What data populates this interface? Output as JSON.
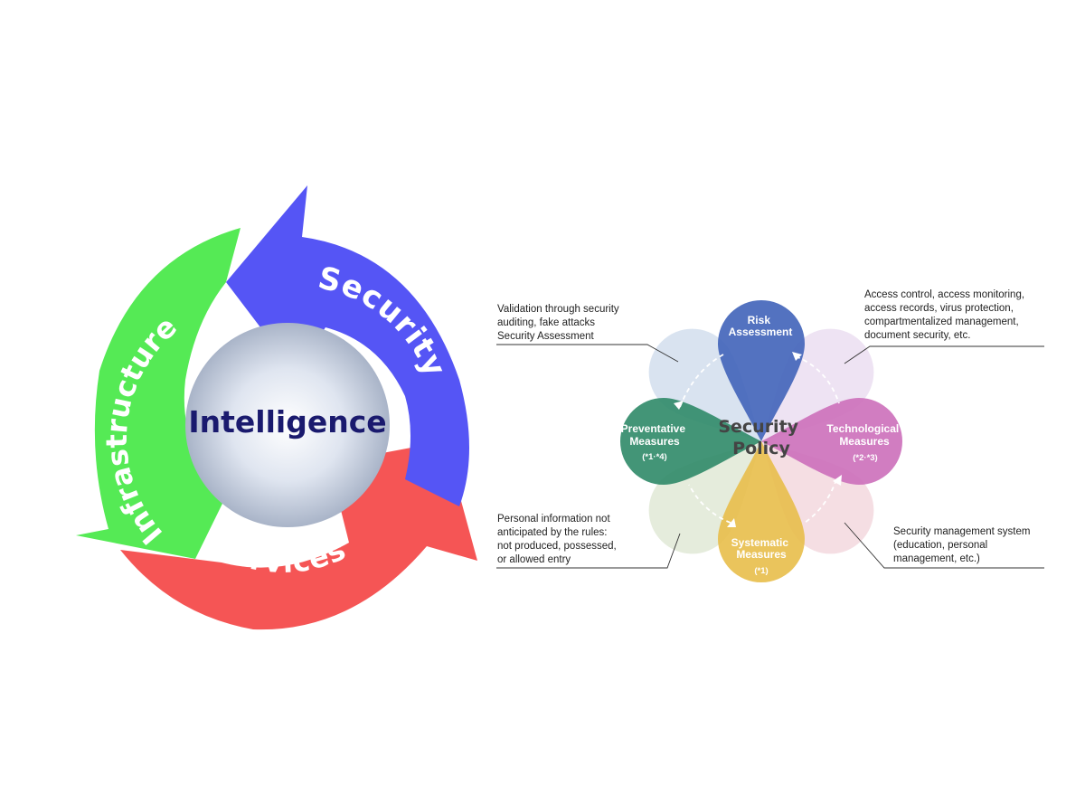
{
  "cycle": {
    "center_label": "Intelligence",
    "security_label": "Security",
    "services_label": "Services",
    "infrastructure_label": "Infrastructure",
    "colors": {
      "security": "#5555f5",
      "services": "#f55555",
      "infrastructure": "#55ea55",
      "center": "#c9d4e6",
      "center_text": "#1a1a6e"
    }
  },
  "policy": {
    "center_line1": "Security",
    "center_line2": "Policy",
    "petals": {
      "risk": {
        "line1": "Risk",
        "line2": "Assessment",
        "color": "#4466bb"
      },
      "technological": {
        "line1": "Technological",
        "line2": "Measures",
        "code": "(*2·*3)",
        "color": "#cc6fba"
      },
      "systematic": {
        "line1": "Systematic",
        "line2": "Measures",
        "code": "(*1)",
        "color": "#e8be4a"
      },
      "preventative": {
        "line1": "Preventative",
        "line2": "Measures",
        "code": "(*1·*4)",
        "color": "#2f8a68"
      }
    },
    "notes": {
      "top_left": [
        "Validation through security",
        "auditing, fake attacks",
        "Security Assessment"
      ],
      "top_right": [
        "Access control, access monitoring,",
        "access records, virus protection,",
        "compartmentalized management,",
        "document security, etc."
      ],
      "bottom_left": [
        "Personal information not",
        "anticipated by the rules:",
        "not produced, possessed,",
        "or allowed entry"
      ],
      "bottom_right": [
        "Security management system",
        "(education, personal",
        "management, etc.)"
      ]
    }
  }
}
